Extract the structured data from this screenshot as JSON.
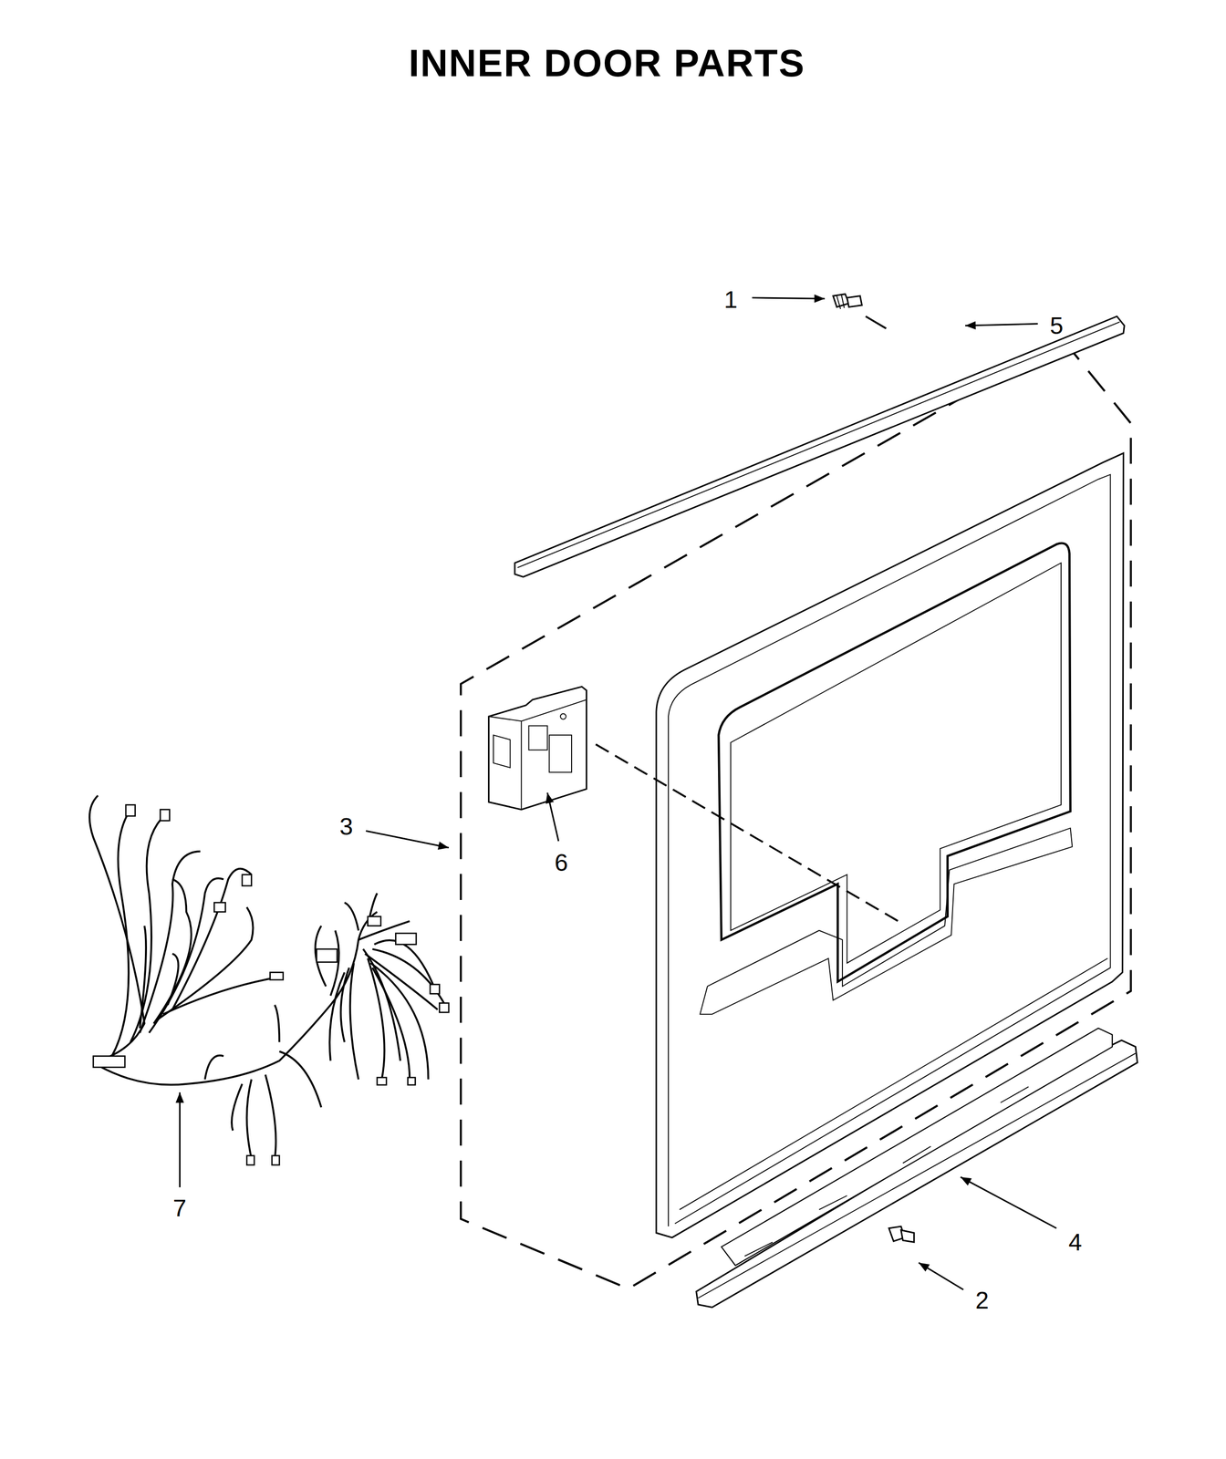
{
  "diagram": {
    "title": "INNER DOOR PARTS",
    "labels": [
      "1",
      "5",
      "3",
      "6",
      "7",
      "4",
      "2"
    ]
  }
}
